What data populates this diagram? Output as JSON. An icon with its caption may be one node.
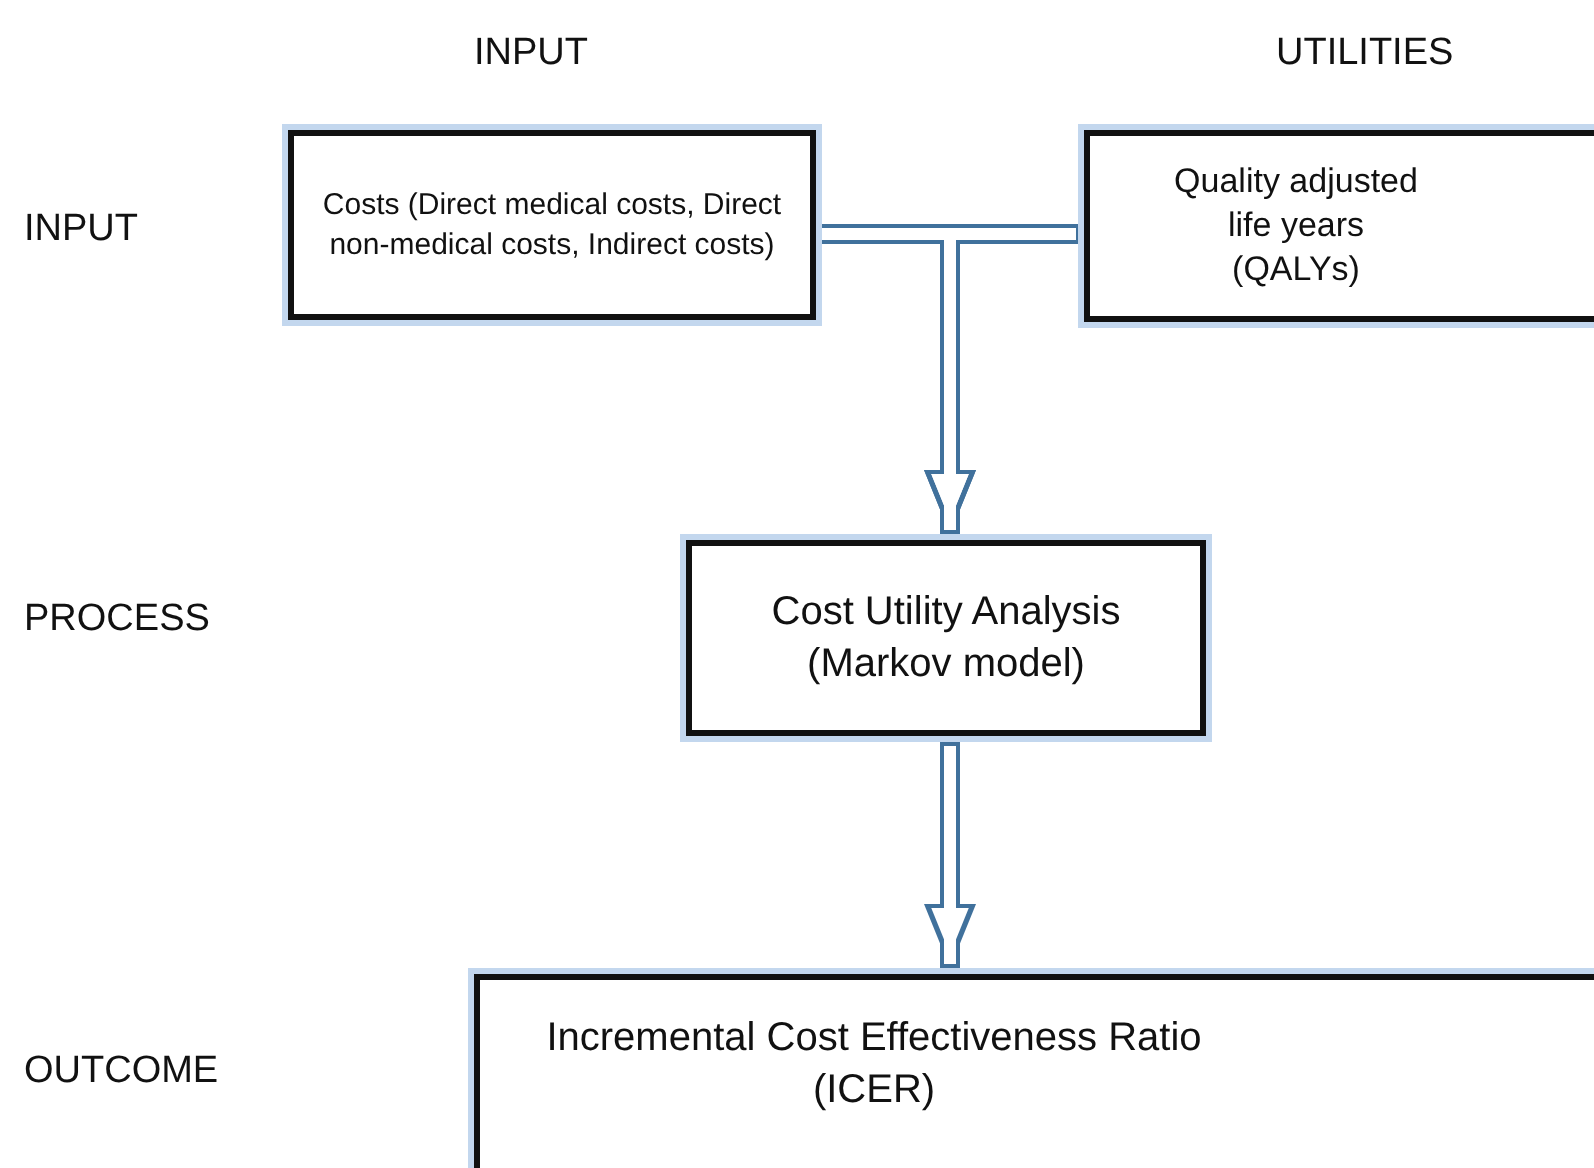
{
  "diagram": {
    "nodes": [
      {
        "text": [
          "Costs (Direct medical costs, Direct non-medical costs, Indirect costs)"
        ]
      },
      {
        "text": [
          "Quality adjusted life years (QALYs)"
        ]
      },
      {
        "text": [
          "Cost Utility Analysis (Markov model)"
        ]
      },
      {
        "text": [
          "Incremental Cost Effectiveness Ratio (ICER)"
        ]
      }
    ],
    "edges": [
      {
        "from": 0,
        "to": 2,
        "arrow": "to"
      },
      {
        "from": 1,
        "to": 2,
        "arrow": "to"
      },
      {
        "from": 2,
        "to": 3,
        "arrow": "to"
      }
    ],
    "labels": [
      "INPUT",
      "UTILITIES",
      "INPUT",
      "PROCESS",
      "OUTCOME"
    ]
  }
}
